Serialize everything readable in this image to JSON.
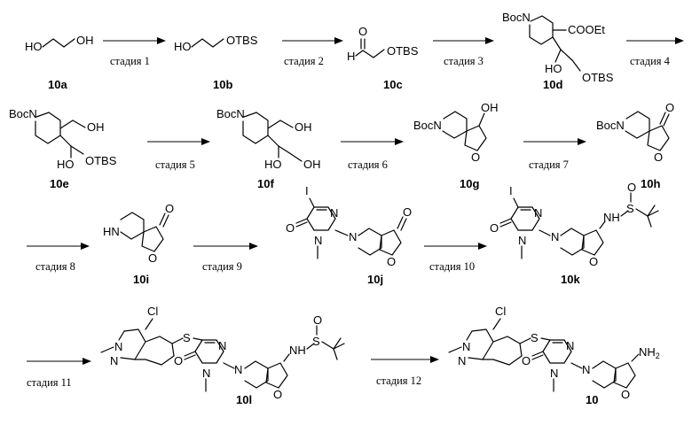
{
  "compounds": {
    "c10a": "10a",
    "c10b": "10b",
    "c10c": "10c",
    "c10d": "10d",
    "c10e": "10e",
    "c10f": "10f",
    "c10g": "10g",
    "c10h": "10h",
    "c10i": "10i",
    "c10j": "10j",
    "c10k": "10k",
    "c10l": "10l",
    "c10": "10"
  },
  "stages": {
    "s1": "стадия 1",
    "s2": "стадия 2",
    "s3": "стадия 3",
    "s4": "стадия 4",
    "s5": "стадия 5",
    "s6": "стадия 6",
    "s7": "стадия 7",
    "s8": "стадия 8",
    "s9": "стадия 9",
    "s10": "стадия 10",
    "s11": "стадия 11",
    "s12": "стадия 12"
  },
  "atoms": {
    "ho": "HO",
    "oh": "OH",
    "otbs": "OTBS",
    "o": "O",
    "h": "H",
    "boc_n": "BocN",
    "cooet": "COOEt",
    "hn": "HN",
    "i": "I",
    "n": "N",
    "cl": "Cl",
    "s": "S",
    "nh": "NH",
    "nh2_n": "NH",
    "nh2_sub": "2"
  }
}
